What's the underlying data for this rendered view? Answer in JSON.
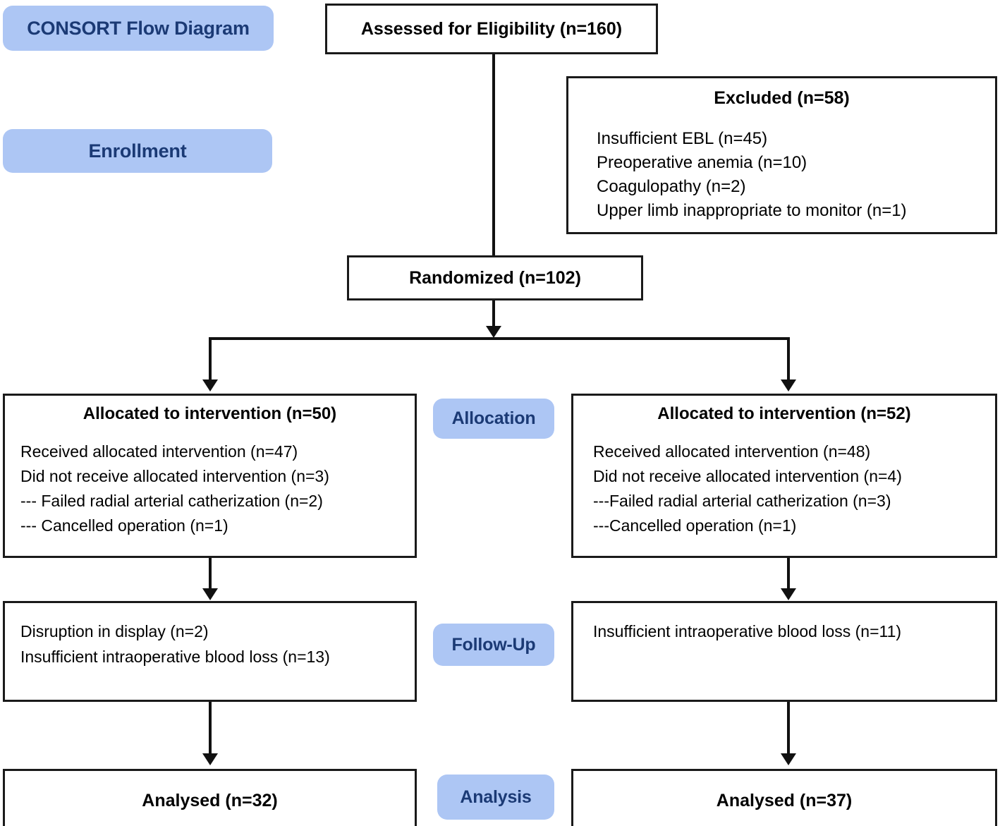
{
  "diagram": {
    "title_label": "CONSORT Flow Diagram",
    "stages": [
      {
        "id": "enrollment",
        "label": "Enrollment"
      },
      {
        "id": "allocation",
        "label": "Allocation"
      },
      {
        "id": "followup",
        "label": "Follow-Up"
      },
      {
        "id": "analysis",
        "label": "Analysis"
      }
    ],
    "assessed": {
      "title": "Assessed for Eligibility (n=160)"
    },
    "excluded": {
      "title": "Excluded (n=58)",
      "reasons": [
        "Insufficient EBL (n=45)",
        "Preoperative anemia (n=10)",
        "Coagulopathy (n=2)",
        "Upper limb inappropriate to monitor (n=1)"
      ]
    },
    "randomized": {
      "title": "Randomized (n=102)"
    },
    "allocation_left": {
      "title": "Allocated to intervention (n=50)",
      "lines": [
        "Received allocated intervention (n=47)",
        "Did not receive allocated intervention (n=3)",
        "--- Failed radial arterial catherization (n=2)",
        "--- Cancelled operation (n=1)"
      ]
    },
    "allocation_right": {
      "title": "Allocated to intervention (n=52)",
      "lines": [
        "Received allocated intervention (n=48)",
        "Did not receive allocated intervention (n=4)",
        "---Failed radial arterial catherization (n=3)",
        "---Cancelled operation (n=1)"
      ]
    },
    "followup_left": {
      "lines": [
        "Disruption in display (n=2)",
        "Insufficient intraoperative blood loss (n=13)"
      ]
    },
    "followup_right": {
      "lines": [
        "Insufficient intraoperative blood loss (n=11)"
      ]
    },
    "analysed_left": {
      "title": "Analysed (n=32)"
    },
    "analysed_right": {
      "title": "Analysed (n=37)"
    },
    "colors": {
      "stage_fill": "#adc6f4",
      "stage_text": "#1b3a75",
      "box_border": "#1a1a1a",
      "connector": "#111111",
      "background": "#ffffff"
    }
  }
}
